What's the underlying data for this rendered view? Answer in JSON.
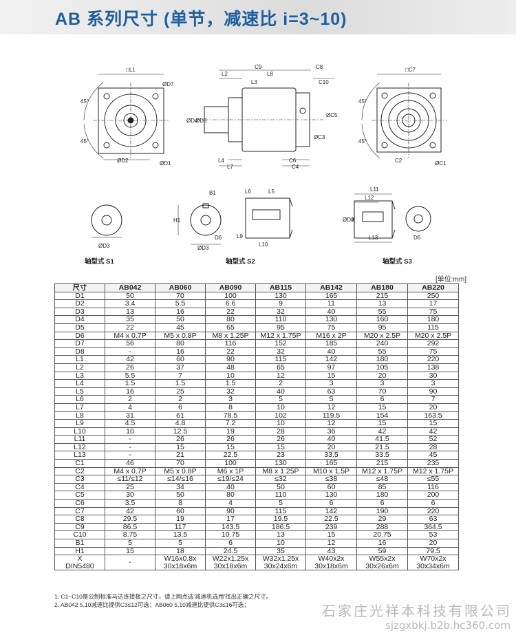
{
  "title": "AB 系列尺寸 (单节，减速比 i=3~10)",
  "unit_note": "[单位:mm]",
  "drawing_labels": {
    "l1_box": "□L1",
    "c7_box": "□C7",
    "d7": "ØD7",
    "d2": "ØD2",
    "d1": "ØD1",
    "angle": "45°",
    "l2": "L2",
    "c9": "C9",
    "l8": "L8",
    "c8": "C8",
    "l3": "L3",
    "c10": "C10",
    "d4": "ØD4",
    "d5": "ØD5",
    "c5": "ØC5",
    "c3": "ØC3",
    "l4": "L4",
    "l7": "L7",
    "c6": "C6",
    "c4": "C4",
    "c2": "C2",
    "c1": "ØC1",
    "b1": "B1",
    "l6": "L6",
    "l5": "L5",
    "h1": "H1",
    "d6": "D6",
    "l9": "L9",
    "l10": "L10",
    "d3": "ØD3",
    "l11": "L11",
    "l12": "L12",
    "d8": "ØD8",
    "x": "X",
    "l13": "L13",
    "cap_s1": "轴型式 S1",
    "cap_s2": "轴型式 S2",
    "cap_s3": "轴型式 S3"
  },
  "table": {
    "headers": [
      "尺寸",
      "AB042",
      "AB060",
      "AB090",
      "AB115",
      "AB142",
      "AB180",
      "AB220"
    ],
    "rows": [
      [
        "D1",
        "50",
        "70",
        "100",
        "130",
        "165",
        "215",
        "250"
      ],
      [
        "D2",
        "3.4",
        "5.5",
        "6.6",
        "9",
        "11",
        "13",
        "17"
      ],
      [
        "D3",
        "13",
        "16",
        "22",
        "32",
        "40",
        "55",
        "75"
      ],
      [
        "D4",
        "35",
        "50",
        "80",
        "110",
        "130",
        "160",
        "180"
      ],
      [
        "D5",
        "22",
        "45",
        "65",
        "95",
        "75",
        "95",
        "115"
      ],
      [
        "D6",
        "M4 x 0.7P",
        "M5 x 0.8P",
        "M8 x 1.25P",
        "M12 x 1.75P",
        "M16 x 2P",
        "M20 x 2.5P",
        "M20 x 2.5P"
      ],
      [
        "D7",
        "56",
        "80",
        "116",
        "152",
        "185",
        "240",
        "292"
      ],
      [
        "D8",
        "-",
        "16",
        "22",
        "32",
        "40",
        "55",
        "75"
      ],
      [
        "L1",
        "42",
        "60",
        "90",
        "115",
        "142",
        "180",
        "220"
      ],
      [
        "L2",
        "26",
        "37",
        "48",
        "65",
        "97",
        "105",
        "138"
      ],
      [
        "L3",
        "5.5",
        "7",
        "10",
        "12",
        "15",
        "20",
        "30"
      ],
      [
        "L4",
        "1.5",
        "1.5",
        "1.5",
        "2",
        "3",
        "3",
        "3"
      ],
      [
        "L5",
        "16",
        "25",
        "32",
        "40",
        "63",
        "70",
        "90"
      ],
      [
        "L6",
        "2",
        "2",
        "3",
        "5",
        "5",
        "6",
        "7"
      ],
      [
        "L7",
        "4",
        "6",
        "8",
        "10",
        "12",
        "15",
        "20"
      ],
      [
        "L8",
        "31",
        "61",
        "78.5",
        "102",
        "119.5",
        "154",
        "163.5"
      ],
      [
        "L9",
        "4.5",
        "4.8",
        "7.2",
        "10",
        "12",
        "15",
        "15"
      ],
      [
        "L10",
        "10",
        "12.5",
        "19",
        "28",
        "36",
        "42",
        "42"
      ],
      [
        "L11",
        "-",
        "26",
        "26",
        "26",
        "40",
        "41.5",
        "52"
      ],
      [
        "L12",
        "-",
        "15",
        "15",
        "15",
        "20",
        "21.5",
        "28"
      ],
      [
        "L13",
        "-",
        "21",
        "22.5",
        "23",
        "33.5",
        "33.5",
        "45"
      ],
      [
        "C1",
        "46",
        "70",
        "100",
        "130",
        "165",
        "215",
        "235"
      ],
      [
        "C2",
        "M4 x 0.7P",
        "M5 x 0.8P",
        "M6 x 1P",
        "M8 x 1.25P",
        "M10 x 1.5P",
        "M12 x 1.75P",
        "M12 x 1.75P"
      ],
      [
        "C3",
        "≤11/≤12",
        "≤14/≤16",
        "≤19/≤24",
        "≤32",
        "≤38",
        "≤48",
        "≤55"
      ],
      [
        "C4",
        "25",
        "34",
        "40",
        "50",
        "60",
        "85",
        "116"
      ],
      [
        "C5",
        "30",
        "50",
        "80",
        "110",
        "130",
        "180",
        "200"
      ],
      [
        "C6",
        "3.5",
        "8",
        "4",
        "5",
        "6",
        "6",
        "6"
      ],
      [
        "C7",
        "42",
        "60",
        "90",
        "115",
        "142",
        "190",
        "220"
      ],
      [
        "C8",
        "29.5",
        "19",
        "17",
        "19.5",
        "22.5",
        "29",
        "63"
      ],
      [
        "C9",
        "86.5",
        "117",
        "143.5",
        "186.5",
        "239",
        "288",
        "364.5"
      ],
      [
        "C10",
        "8.75",
        "13.5",
        "10.75",
        "13",
        "15",
        "20.75",
        "53"
      ],
      [
        "B1",
        "5",
        "5",
        "6",
        "10",
        "12",
        "16",
        "20"
      ],
      [
        "H1",
        "15",
        "18",
        "24.5",
        "35",
        "43",
        "59",
        "79.5"
      ]
    ],
    "last_row": {
      "label1": "X",
      "label2": "DIN5480",
      "cells": [
        {
          "a": "-",
          "b": ""
        },
        {
          "a": "W16x0.8x",
          "b": "30x18x6m"
        },
        {
          "a": "W22x1.25x",
          "b": "30x18x6m"
        },
        {
          "a": "W32x1.25x",
          "b": "30x24x6m"
        },
        {
          "a": "W40x2x",
          "b": "30x18x6m"
        },
        {
          "a": "W55x2x",
          "b": "30x26x6m"
        },
        {
          "a": "W70x2x",
          "b": "30x34x6m"
        }
      ]
    }
  },
  "footnotes": [
    "1. C1~C10是公制标准马达连接板之尺寸，请上网点选'减速机选用'找出正确之尺寸。",
    "2. AB042  5,10减速比提供C3≤12可选；AB060  5,10减速比提供C3≤16可选；"
  ],
  "watermark": {
    "company": "石家庄光祥本科技有限公司",
    "url": "sjzgxbkj.b2b.hc360.com"
  }
}
